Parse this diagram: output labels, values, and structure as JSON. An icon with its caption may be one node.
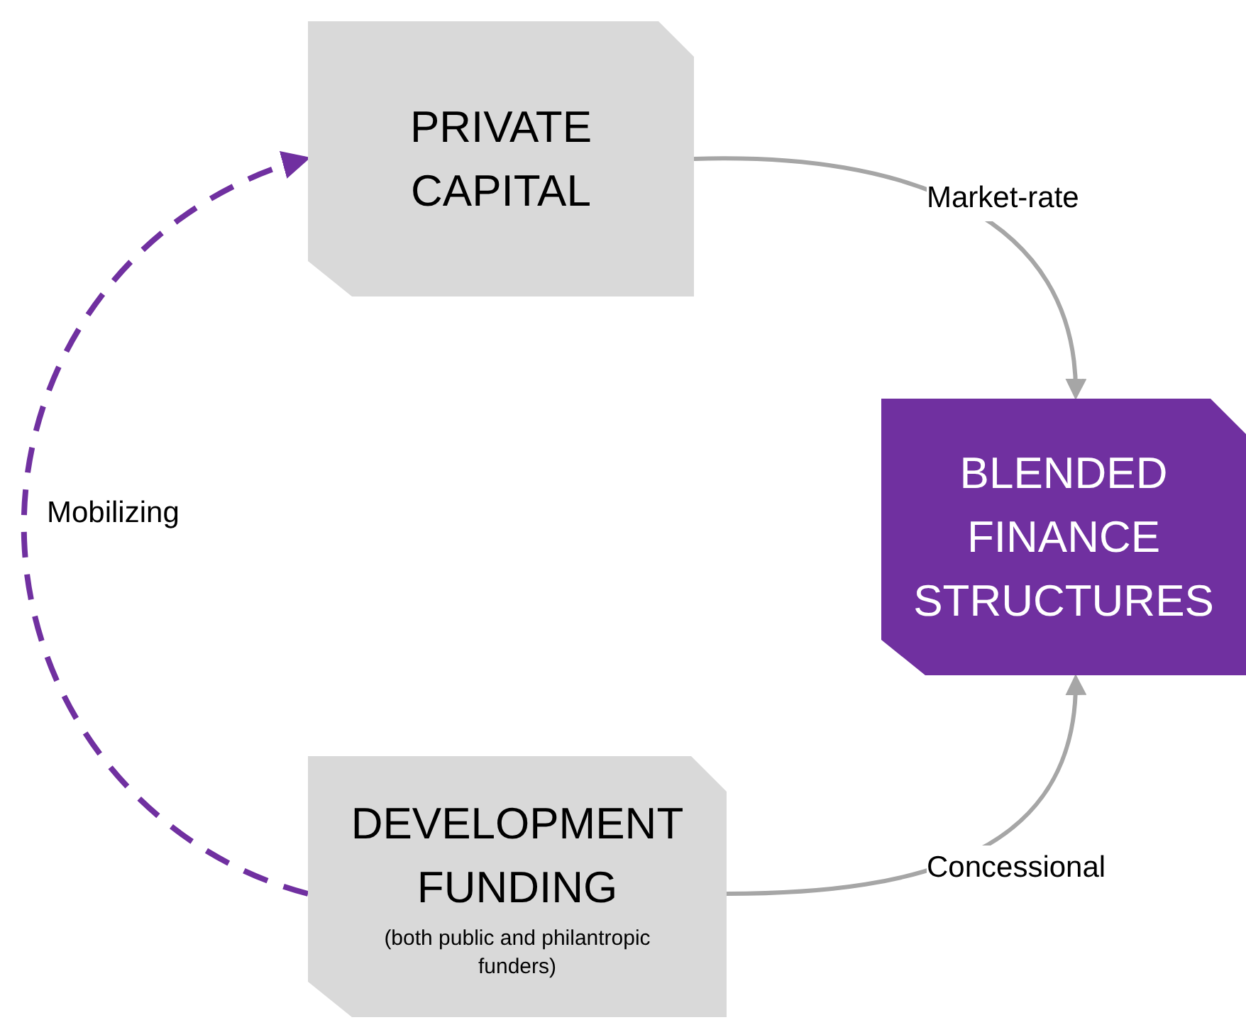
{
  "diagram": {
    "nodes": [
      {
        "text": [
          "PRIVATE CAPITAL"
        ]
      },
      {
        "text": [
          "BLENDED FINANCE STRUCTURES"
        ]
      },
      {
        "text": [
          "DEVELOPMENT FUNDING",
          "(both public and philantropic funders)"
        ]
      }
    ],
    "edges": [
      {
        "from": 0,
        "to": 1,
        "arrow": "to",
        "label": "Market-rate"
      },
      {
        "from": 2,
        "to": 1,
        "arrow": "to",
        "label": "Concessional"
      },
      {
        "from": 2,
        "to": 0,
        "arrow": "to",
        "label": "Mobilizing",
        "style": "dashed",
        "color": "#7030a0"
      }
    ]
  }
}
